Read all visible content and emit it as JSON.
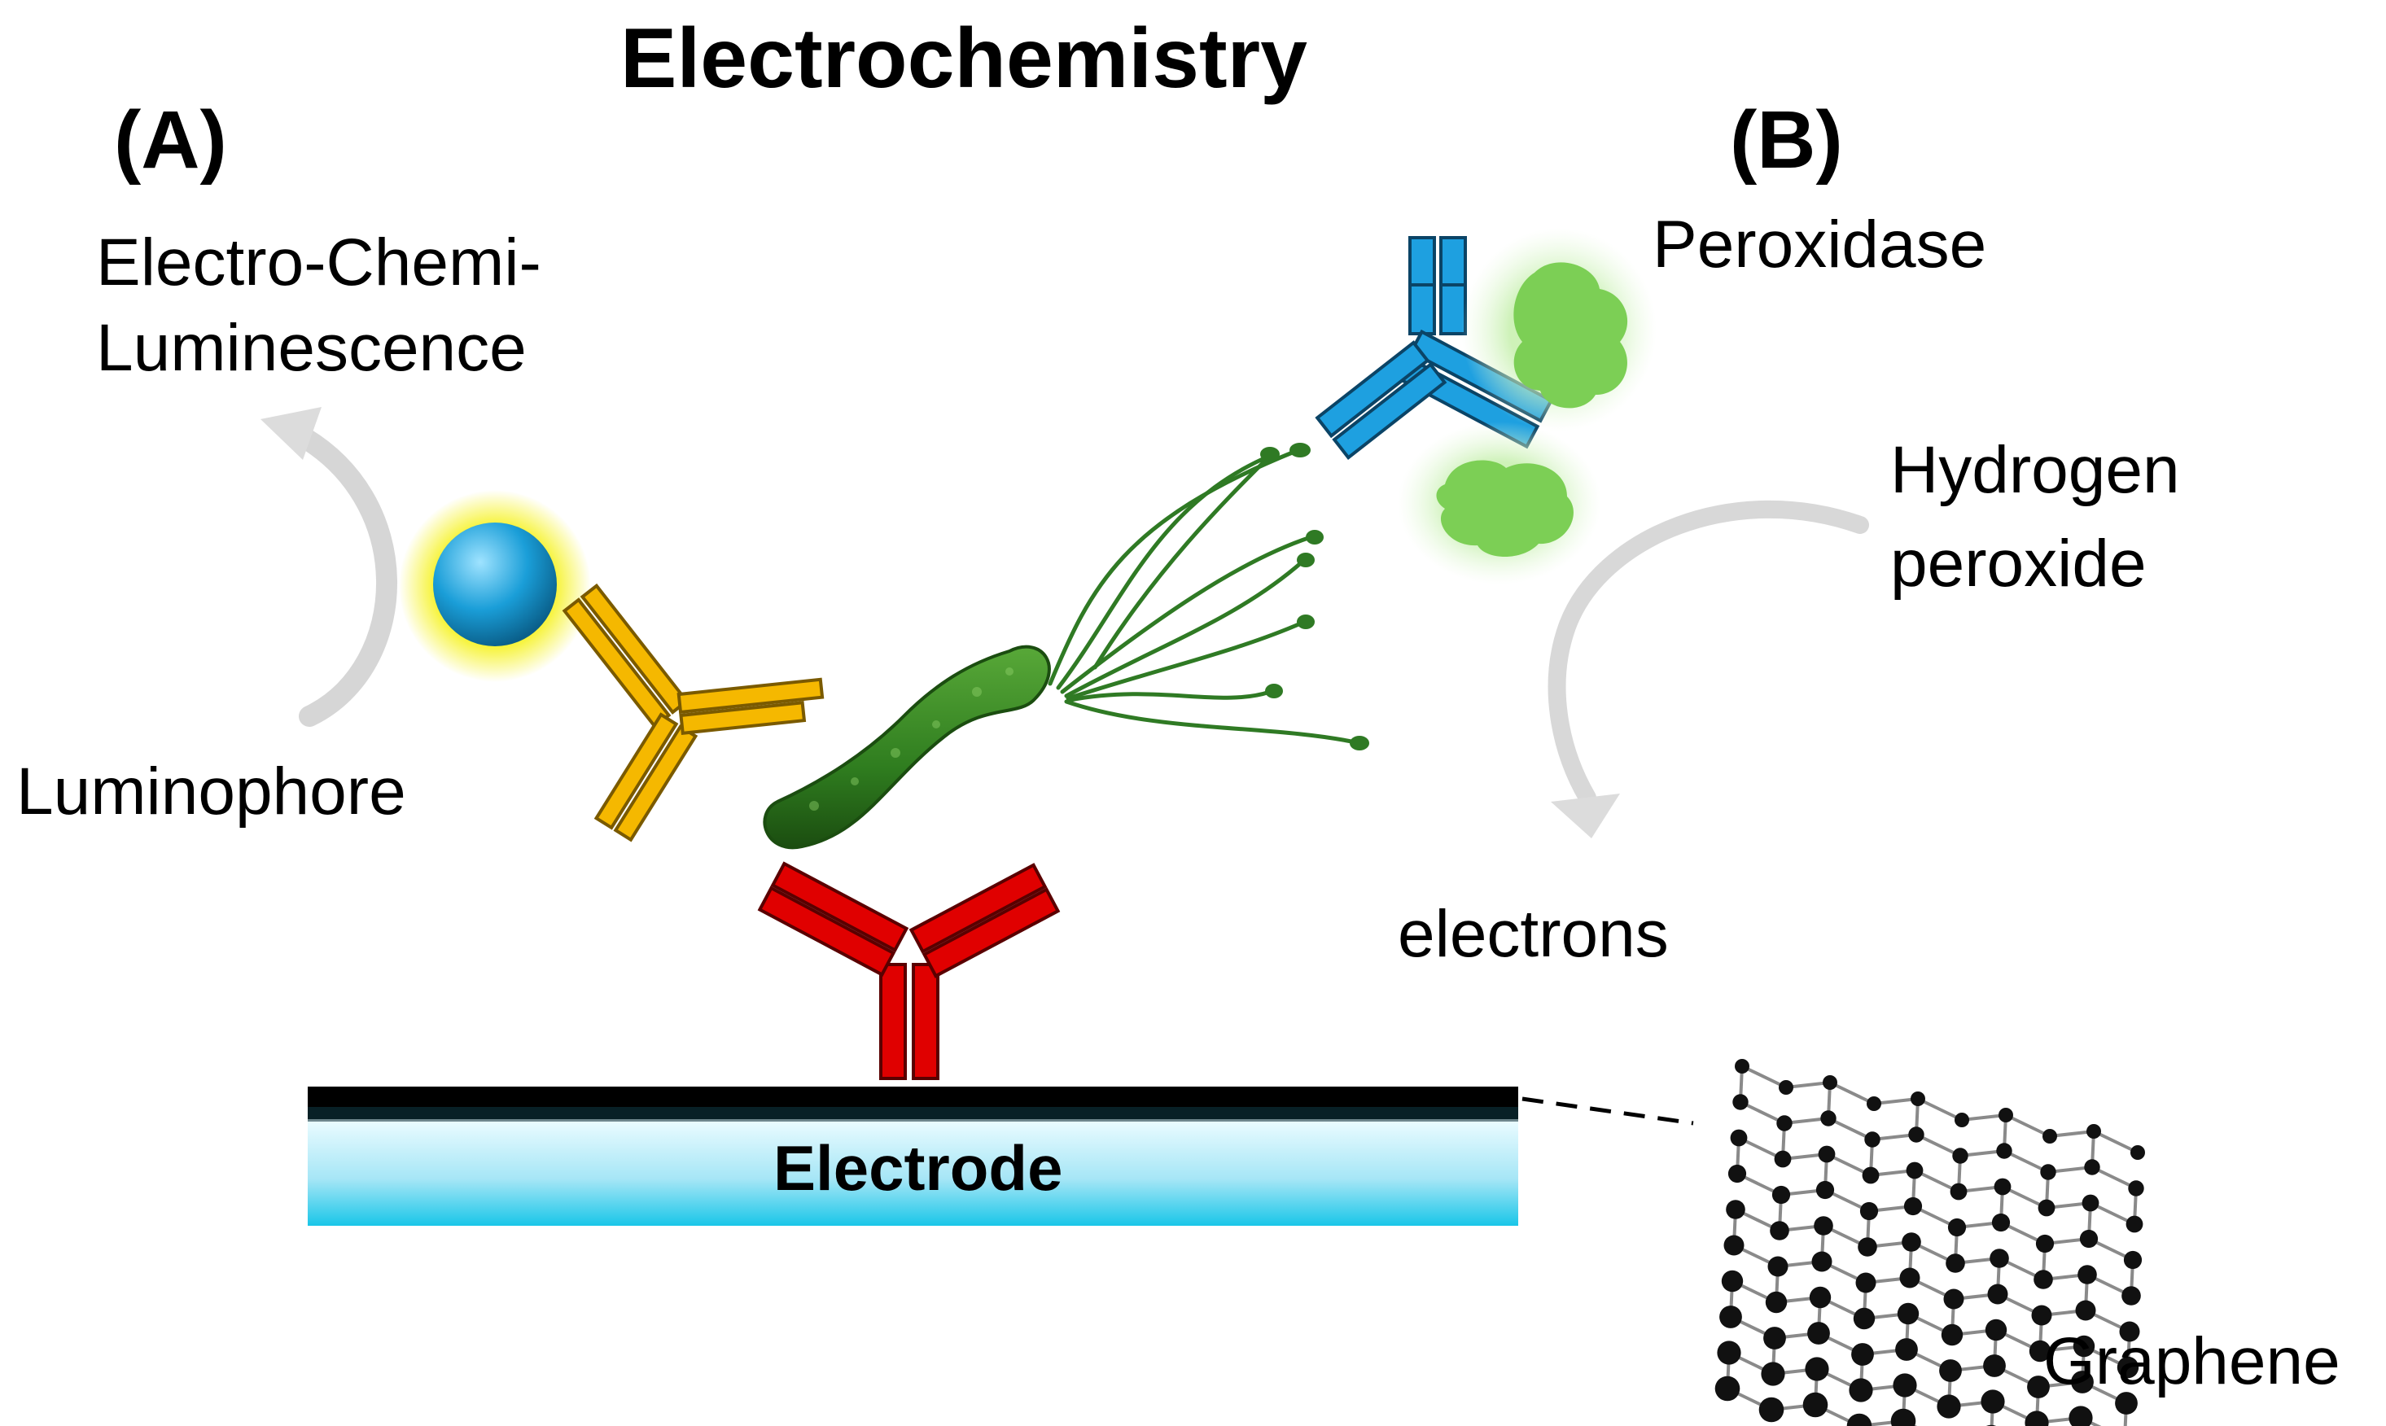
{
  "title": "Electrochemistry",
  "panels": {
    "a": "(A)",
    "b": "(B)"
  },
  "labels": {
    "ecl_line1": "Electro-Chemi-",
    "ecl_line2": "Luminescence",
    "luminophore": "Luminophore",
    "peroxidase": "Peroxidase",
    "h2o2_line1": "Hydrogen",
    "h2o2_line2": "peroxide",
    "electrons": "electrons",
    "electrode": "Electrode",
    "graphene": "Graphene"
  },
  "colors": {
    "capture_antibody": "#e00000",
    "luminophore_antibody": "#f5b800",
    "peroxidase_antibody": "#1ea0e0",
    "luminophore_bead": "#1a9ed8",
    "bead_glow": "#f4f000",
    "enzyme": "#7ccf55",
    "bacterium": "#2f7d1f",
    "electrode_top": "#000000",
    "electrode_body": "#bfeefa",
    "arrow_gray": "#cfcfcf",
    "graphene_atom": "#111111"
  }
}
